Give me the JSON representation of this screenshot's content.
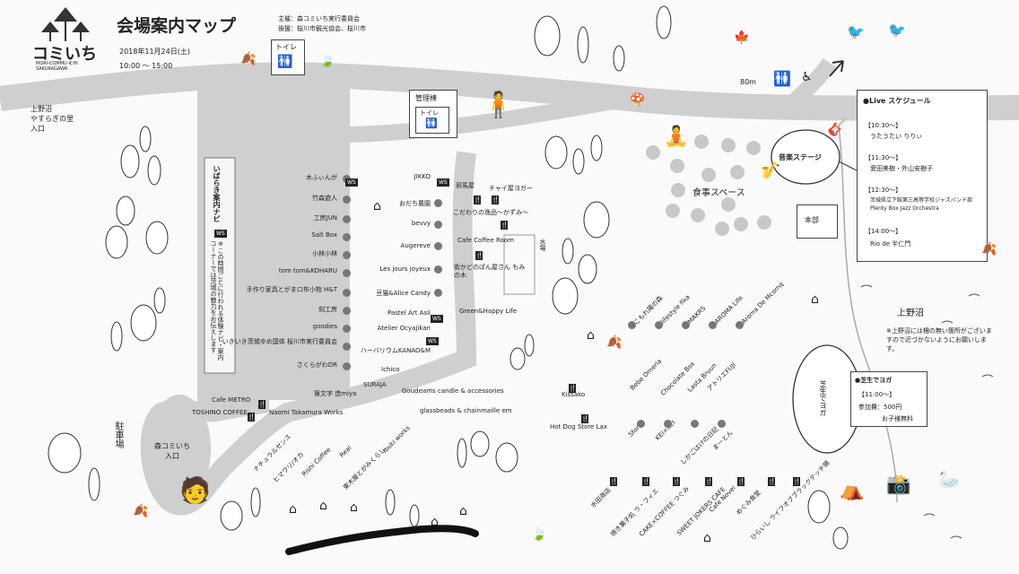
{
  "header": {
    "logo_text": "コミいち",
    "logo_sub": "MORI-COMMU-ICHI SAKURAGAWA",
    "title": "会場案内マップ",
    "date": "2018年11月24日(土)",
    "time": "10:00 〜 15:00",
    "organizer1": "主催：森コミいち実行委員会",
    "organizer2": "後援：桜川市観光協会、桜川市"
  },
  "map_labels": {
    "toilet": "トイレ",
    "kanri": "管理棟",
    "kanri_toilet": "トイレ",
    "distance": "80m",
    "left_entrance": "上野沼\nやすらぎの里\n入口",
    "parking": "駐車場",
    "mori_entrance": "森コミいち\n入口",
    "ongaku_stage": "音楽ステージ",
    "shokuji_space": "食事スペース",
    "honbu": "本部",
    "suiba": "水場",
    "kaminonuma": "上野沼",
    "pond_note": "※上野沼には柵の無い箇所がございますので近づかないようにお願いします。",
    "shiba_yoga_bubble": "芝生でヨガ",
    "ibaraki_title": "いばらき案内ナビ",
    "ibaraki_body": "※この時間ごとに行われる体験ナビ・案内コーナーでは茨城の魅力をお伝えします",
    "ws_tag": "WS"
  },
  "vendors_left": [
    "木ふぃんが",
    "竹森遊人",
    "工房JUN",
    "Salt Box",
    "小林小林",
    "tom tom&KOHARU",
    "手作り家具とがまロ布小物 H&T",
    "刻工房",
    "goodies",
    "いきいき茨城ゆめ国体 桜川市実行委員会",
    "さくらがわDR"
  ],
  "vendors_mid": [
    "JIKKO",
    "おだち農園",
    "bevvy",
    "Augereve",
    "Les jours joyeux",
    "豆猫&Alice Candy",
    "Pastel Art Asli",
    "Atelier Ocyajikan",
    "ハーバリウムKANAO&M",
    "Ichico",
    "SURAJA"
  ],
  "vendors_food_top": [
    "邪馬屋",
    "チャイ屋ヨガー",
    "こだわりの逸品〜かずみ〜",
    "Cafe Coffee Room",
    "街かどのぱん屋さん もみの木",
    "Green&Happy Life"
  ],
  "vendors_bottom_left": [
    "Cafe METRO",
    "TOSHINO COFFEE",
    "Naomi Takamura Works",
    "篠文字 造miya",
    "Goudeams candle & accessories",
    "glassbeads & chainmaille em"
  ],
  "vendors_bottom_diag": [
    "ナチュラルセンス",
    "ヒマワリ/オカ",
    "Rishi Coffee",
    "Real",
    "東木屋とがみくらし",
    "Ibuki works"
  ],
  "vendors_right_diag": [
    "こもれ陽の森",
    "lifestyle fika",
    "MAKRS",
    "AROMA Life",
    "Aroma De Mcomq"
  ],
  "vendors_right_lower": [
    "Kissako",
    "Hot Dog Store Lax",
    "Bebe Omeria",
    "Chocolate Box",
    "Lasta Bruun",
    "アトリエFUJI",
    "Sfori",
    "KEI×KEI",
    "しかごはけの日記",
    "まーとん"
  ],
  "vendors_food_bottom": [
    "水田商店",
    "焼き菓子処 ラ・フィエ",
    "CAKE×COFFEE つぐみ",
    "SWEET JOKERS CAFE",
    "Cafe Novel",
    "めぐみ食堂",
    "ひらいし ライフオブブラックテッチ頭"
  ],
  "live": {
    "title": "●Live スケジュール",
    "slots": [
      {
        "time": "【10:30〜】",
        "name": "うたうたい りりぃ"
      },
      {
        "time": "【11:30〜】",
        "name": "愛田美樹・外山安樹子"
      },
      {
        "time": "【12:30〜】",
        "name": "茨城県立下館第三高等学校ジャズバンド部 Plenty Box Jazz Orchestra"
      },
      {
        "time": "【14:00〜】",
        "name": "Rio de 半仁門"
      }
    ]
  },
  "yoga": {
    "title": "●芝生でヨガ",
    "time": "【11:00〜】",
    "fee": "参加費：500円",
    "kids": "お子様無料"
  }
}
